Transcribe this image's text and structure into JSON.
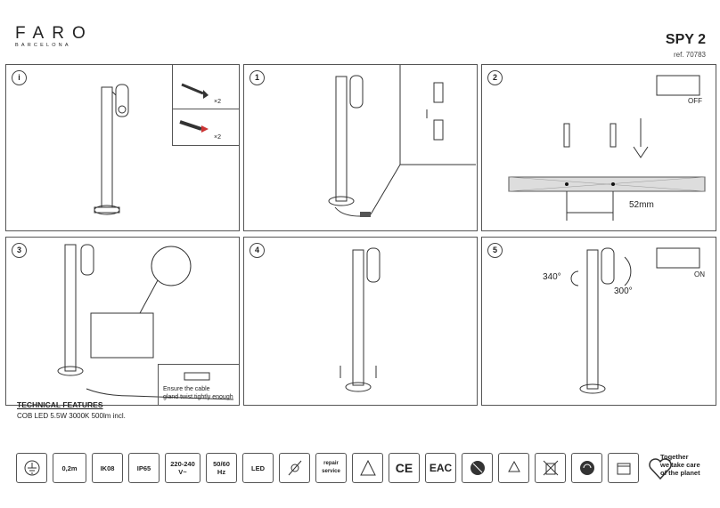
{
  "brand": {
    "name": "FARO",
    "sub": "BARCELONA"
  },
  "product": {
    "title": "SPY 2",
    "ref": "ref. 70783"
  },
  "steps": {
    "s_i": "i",
    "s1": "1",
    "s2": "2",
    "s3": "3",
    "s4": "4",
    "s5": "5"
  },
  "panel_i": {
    "qty_screws": "×2",
    "qty_plugs": "×2"
  },
  "panel_2": {
    "off_label": "OFF",
    "distance": "52mm"
  },
  "panel_3": {
    "note_line1": "Ensure the cable",
    "note_line2": "gland twist tightly enough"
  },
  "panel_5": {
    "angle_left": "340°",
    "angle_right": "300°",
    "on_label": "ON"
  },
  "technical": {
    "title": "TECHNICAL FEATURES",
    "description": "COB LED 5.5W 3000K 500lm incl."
  },
  "icons": {
    "cable": "0,2m",
    "ik": "IK08",
    "ip": "IP65",
    "voltage_top": "220-240",
    "voltage_bottom": "V~",
    "freq_top": "50/60",
    "freq_bottom": "Hz",
    "led": "LED",
    "repair": "repair service",
    "ce": "CE",
    "eac": "EAC"
  },
  "planet": {
    "line1": "Together",
    "line2": "we take care",
    "line3": "of the planet"
  },
  "icon_names": [
    "class-1-earth-icon",
    "cable-length-icon",
    "ik08-icon",
    "ip65-icon",
    "voltage-icon",
    "frequency-icon",
    "led-not-replaceable-icon",
    "bulb-icon",
    "repair-service-icon",
    "esd-icon",
    "ce-mark-icon",
    "eac-mark-icon",
    "no-bin-icon",
    "recycle-icon",
    "weee-bin-icon",
    "green-dot-icon",
    "packaging-icon",
    "planet-heart-icon"
  ]
}
